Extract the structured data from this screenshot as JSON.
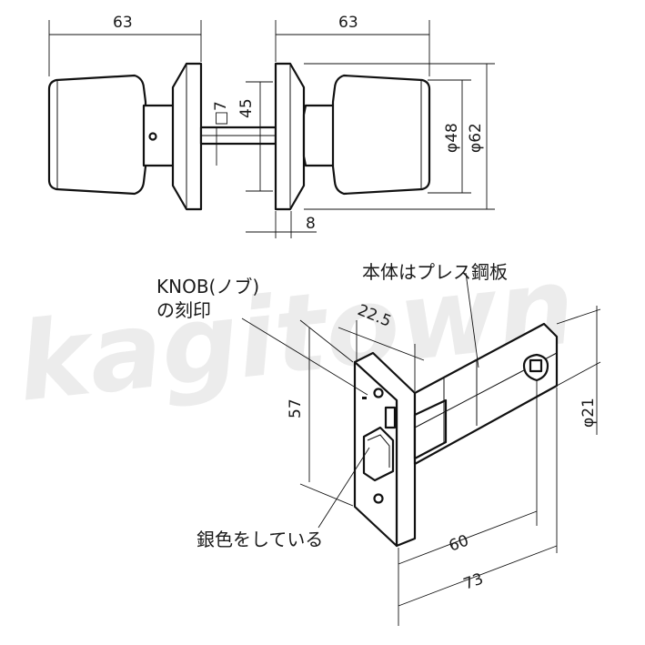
{
  "watermark": "kagitown",
  "top_view": {
    "dims": {
      "left_length": "63",
      "right_length": "63",
      "spindle_square": "□7",
      "rose_height": "45",
      "knob_dia": "φ48",
      "rose_dia": "φ62",
      "door_gap": "8"
    }
  },
  "latch_view": {
    "dims": {
      "backset_front": "22.5",
      "faceplate_height": "57",
      "dia": "φ21",
      "backset": "60",
      "overall": "73"
    },
    "labels": {
      "body_material": "本体はプレス鋼板",
      "knob_mark_line1": "KNOB(ノブ)",
      "knob_mark_line2": "の刻印",
      "silver": "銀色をしている"
    }
  },
  "colors": {
    "line": "#111111",
    "watermark": "#ececec"
  }
}
